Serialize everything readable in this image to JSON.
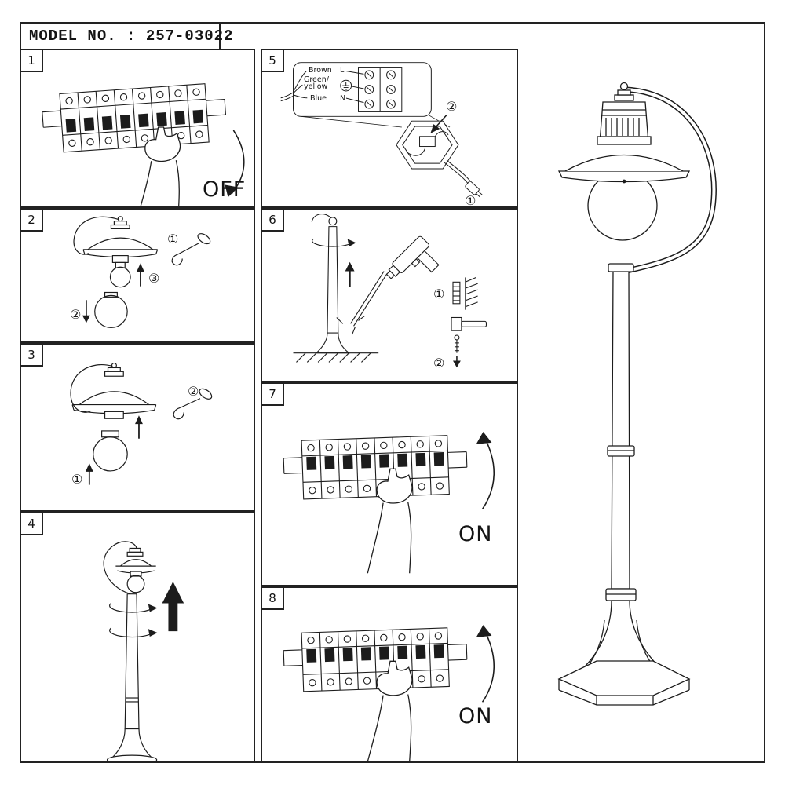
{
  "page": {
    "model_label": "MODEL NO. : 257-03022"
  },
  "colors": {
    "ink": "#1c1c1c",
    "paper": "#ffffff"
  },
  "panels": {
    "p1": {
      "number": "1",
      "state_label": "OFF"
    },
    "p2": {
      "number": "2",
      "step1": "①",
      "step2": "②",
      "step3": "③"
    },
    "p3": {
      "number": "3",
      "step1": "①",
      "step2": "②"
    },
    "p4": {
      "number": "4"
    },
    "p5": {
      "number": "5",
      "step1": "①",
      "step2": "②",
      "wire_brown": "Brown",
      "terminal_live": "L",
      "wire_green": "Green/",
      "wire_yellow": "yellow",
      "wire_blue": "Blue",
      "terminal_neutral": "N"
    },
    "p6": {
      "number": "6",
      "step1": "①",
      "step2": "②"
    },
    "p7": {
      "number": "7",
      "state_label": "ON"
    },
    "p8": {
      "number": "8",
      "state_label": "ON"
    }
  }
}
